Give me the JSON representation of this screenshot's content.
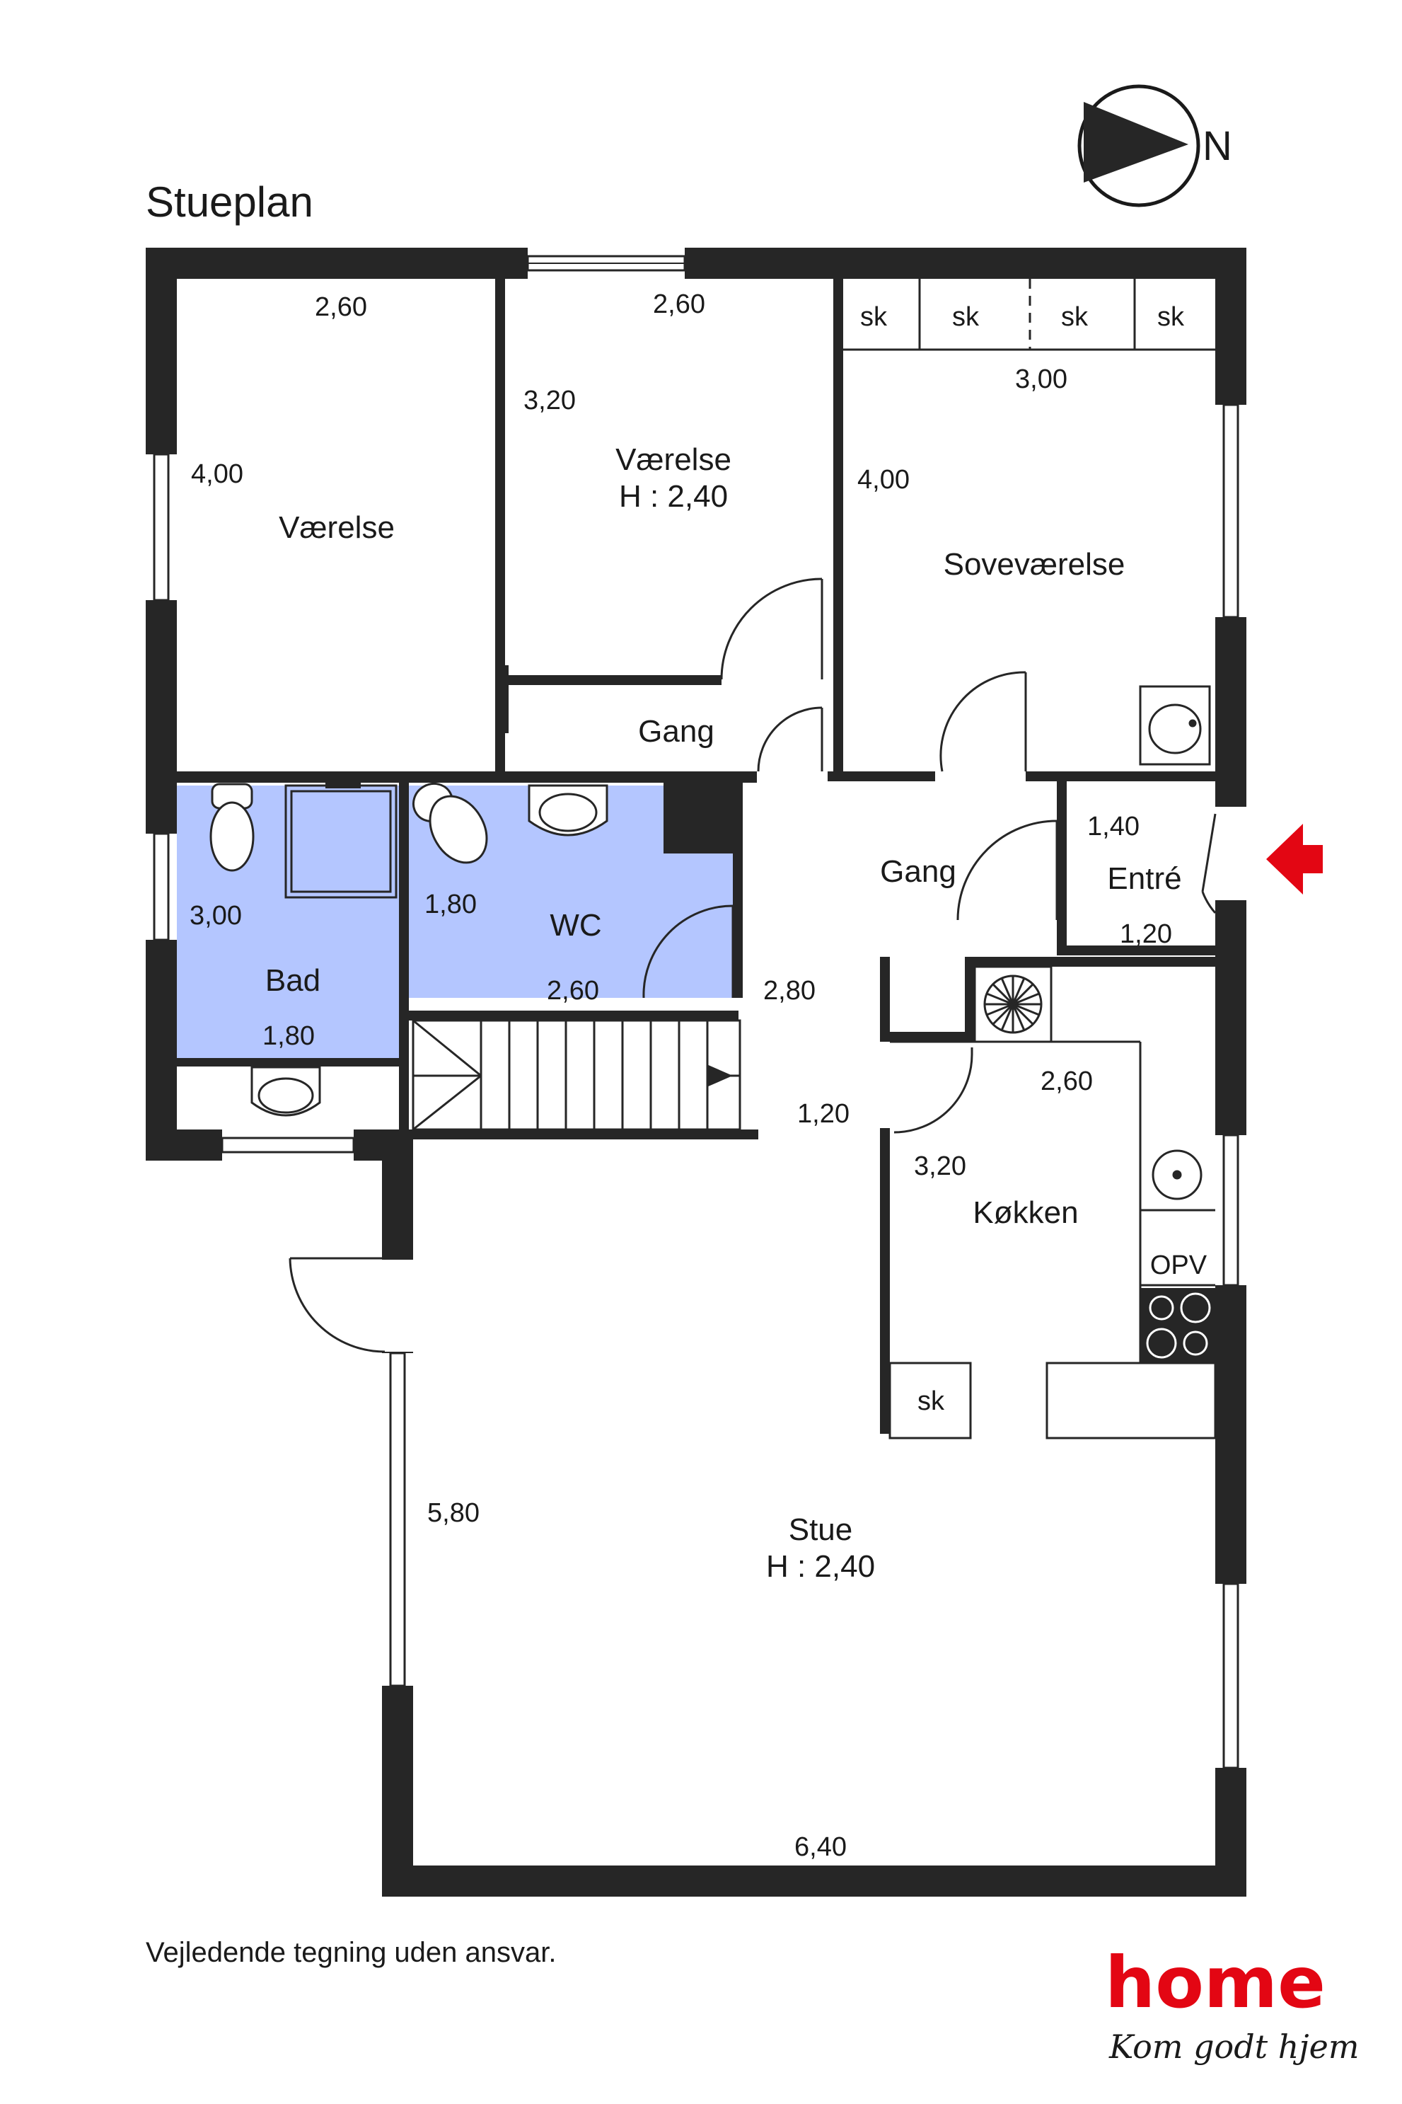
{
  "title": "Stueplan",
  "north_label": "N",
  "disclaimer": "Vejledende tegning uden ansvar.",
  "brand": {
    "name": "home",
    "tagline": "Kom godt hjem",
    "color": "#e30613"
  },
  "colors": {
    "wet_room_fill": "#b4c6ff",
    "wall": "#262626",
    "entrance_arrow": "#e30613"
  },
  "rooms": {
    "vaerelse_1": {
      "name": "Værelse",
      "width": "2,60",
      "depth": "4,00"
    },
    "vaerelse_2": {
      "name": "Værelse",
      "height": "H : 2,40",
      "width": "2,60",
      "depth": "3,20"
    },
    "sovevaerelse": {
      "name": "Soveværelse",
      "width": "3,00",
      "depth": "4,00",
      "closets": [
        "sk",
        "sk",
        "sk",
        "sk"
      ]
    },
    "gang_1": {
      "name": "Gang"
    },
    "gang_2": {
      "name": "Gang",
      "width": "2,80",
      "depth": "1,20"
    },
    "entre": {
      "name": "Entré",
      "width": "1,40",
      "depth": "1,20"
    },
    "bad": {
      "name": "Bad",
      "depth": "3,00",
      "width": "1,80"
    },
    "wc": {
      "name": "WC",
      "depth": "1,80",
      "width": "2,60"
    },
    "kokken": {
      "name": "Køkken",
      "width": "2,60",
      "depth": "3,20",
      "opv_label": "OPV",
      "closet": "sk"
    },
    "stue": {
      "name": "Stue",
      "height": "H : 2,40",
      "depth": "5,80",
      "width": "6,40"
    }
  }
}
